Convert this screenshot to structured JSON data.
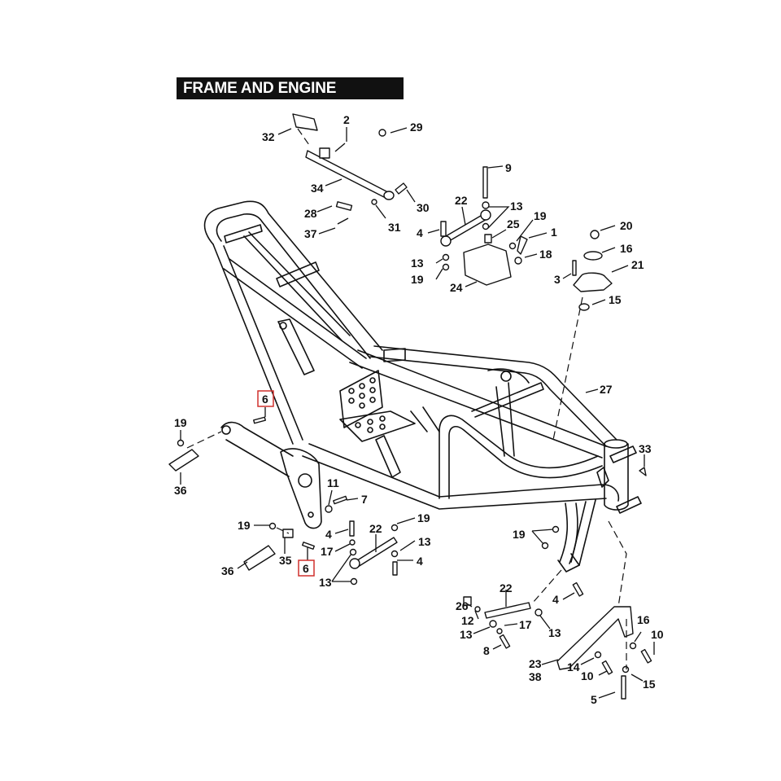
{
  "title": "FRAME AND ENGINE MOUNTS",
  "highlight_color": "#d0312d",
  "callouts": [
    {
      "id": "c32",
      "label": "32"
    },
    {
      "id": "c2",
      "label": "2"
    },
    {
      "id": "c29",
      "label": "29"
    },
    {
      "id": "c34",
      "label": "34"
    },
    {
      "id": "c30",
      "label": "30"
    },
    {
      "id": "c28",
      "label": "28"
    },
    {
      "id": "c31",
      "label": "31"
    },
    {
      "id": "c37",
      "label": "37"
    },
    {
      "id": "c9",
      "label": "9"
    },
    {
      "id": "c22a",
      "label": "22"
    },
    {
      "id": "c13a",
      "label": "13"
    },
    {
      "id": "c25",
      "label": "25"
    },
    {
      "id": "c4a",
      "label": "4"
    },
    {
      "id": "c19a",
      "label": "19"
    },
    {
      "id": "c1",
      "label": "1"
    },
    {
      "id": "c13b",
      "label": "13"
    },
    {
      "id": "c18",
      "label": "18"
    },
    {
      "id": "c19b",
      "label": "19"
    },
    {
      "id": "c24",
      "label": "24"
    },
    {
      "id": "c20",
      "label": "20"
    },
    {
      "id": "c16a",
      "label": "16"
    },
    {
      "id": "c3",
      "label": "3"
    },
    {
      "id": "c21",
      "label": "21"
    },
    {
      "id": "c15a",
      "label": "15"
    },
    {
      "id": "c27",
      "label": "27"
    },
    {
      "id": "c6a",
      "label": "6",
      "highlighted": true
    },
    {
      "id": "c19c",
      "label": "19"
    },
    {
      "id": "c36a",
      "label": "36"
    },
    {
      "id": "c33",
      "label": "33"
    },
    {
      "id": "c11",
      "label": "11"
    },
    {
      "id": "c7",
      "label": "7"
    },
    {
      "id": "c19d",
      "label": "19"
    },
    {
      "id": "c4b",
      "label": "4"
    },
    {
      "id": "c22b",
      "label": "22"
    },
    {
      "id": "c19e",
      "label": "19"
    },
    {
      "id": "c13c",
      "label": "13"
    },
    {
      "id": "c17a",
      "label": "17"
    },
    {
      "id": "c35",
      "label": "35"
    },
    {
      "id": "c4c",
      "label": "4"
    },
    {
      "id": "c36b",
      "label": "36"
    },
    {
      "id": "c6b",
      "label": "6",
      "highlighted": true
    },
    {
      "id": "c13d",
      "label": "13"
    },
    {
      "id": "c19f",
      "label": "19"
    },
    {
      "id": "c22c",
      "label": "22"
    },
    {
      "id": "c4d",
      "label": "4"
    },
    {
      "id": "c26",
      "label": "26"
    },
    {
      "id": "c12",
      "label": "12"
    },
    {
      "id": "c17b",
      "label": "17"
    },
    {
      "id": "c13e",
      "label": "13"
    },
    {
      "id": "c13f",
      "label": "13"
    },
    {
      "id": "c8",
      "label": "8"
    },
    {
      "id": "c16b",
      "label": "16"
    },
    {
      "id": "c10a",
      "label": "10"
    },
    {
      "id": "c23",
      "label": "23"
    },
    {
      "id": "c38",
      "label": "38"
    },
    {
      "id": "c14",
      "label": "14"
    },
    {
      "id": "c10b",
      "label": "10"
    },
    {
      "id": "c15b",
      "label": "15"
    },
    {
      "id": "c5",
      "label": "5"
    }
  ]
}
